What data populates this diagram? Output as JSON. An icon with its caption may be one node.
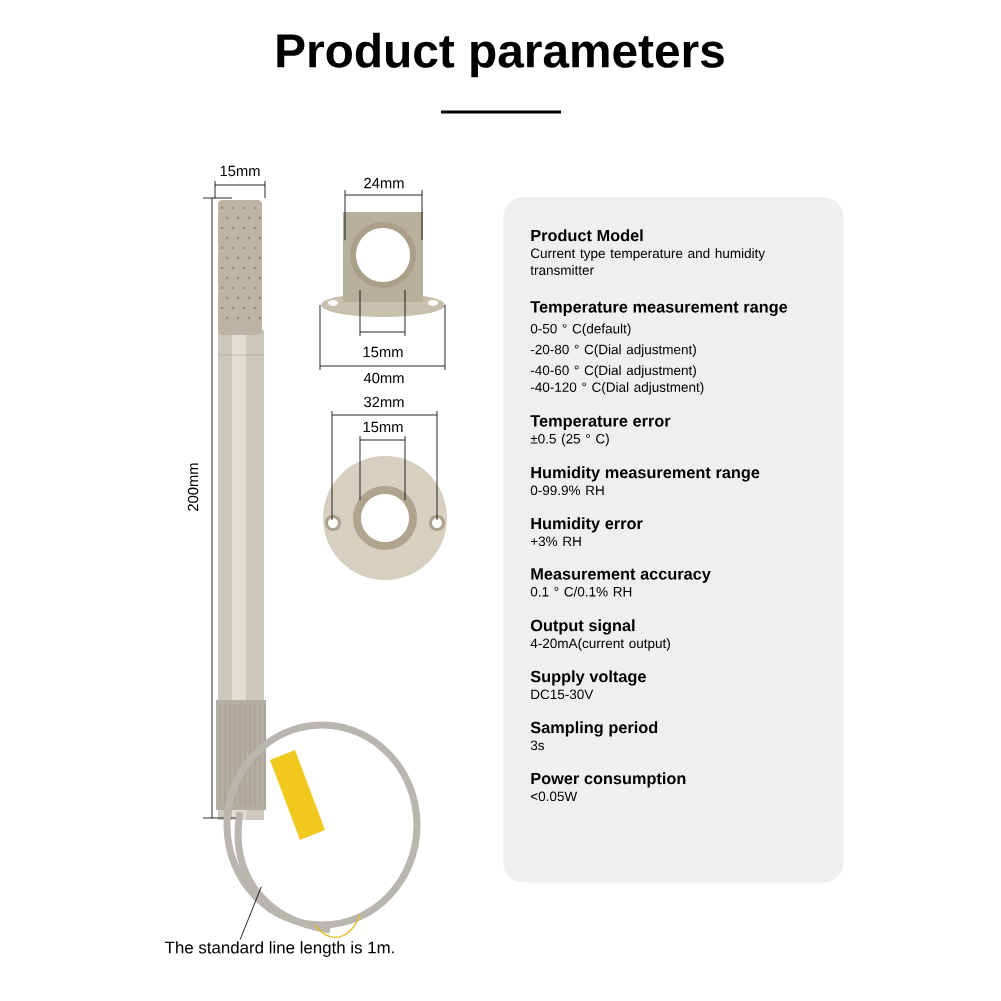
{
  "diagram": {
    "title": "Product parameters",
    "nodes": [
      {
        "text": [
          "The standard line length is 1m."
        ]
      },
      {
        "text": [],
        "shape": "picture"
      },
      {
        "text": [],
        "shape": "box"
      },
      {
        "text": [
          "Product Model",
          "Current type temperature and humidity transmitter"
        ],
        "in": 2
      },
      {
        "text": [
          "Temperature measurement range",
          "0-50 ° C(default)",
          "-20-80 ° C(Dial adjustment)",
          "-40-60 ° C(Dial adjustment)",
          "-40-120 ° C(Dial adjustment)"
        ],
        "in": 2
      },
      {
        "text": [
          "Temperature error",
          "±0.5 (25 ° C)"
        ],
        "in": 2
      },
      {
        "text": [
          "Humidity measurement range",
          "0-99.9% RH"
        ],
        "in": 2
      },
      {
        "text": [
          "Humidity error",
          "+3% RH"
        ],
        "in": 2
      },
      {
        "text": [
          "Measurement accuracy",
          "0.1 ° C/0.1% RH"
        ],
        "in": 2
      },
      {
        "text": [
          "Output signal",
          "4-20mA(current output)"
        ],
        "in": 2
      },
      {
        "text": [
          "Supply voltage",
          "DC15-30V"
        ],
        "in": 2
      },
      {
        "text": [
          "Sampling period",
          "3s"
        ],
        "in": 2
      },
      {
        "text": [
          "Power consumption",
          "<0.05W"
        ],
        "in": 2
      }
    ],
    "edges": [
      {
        "from": 0,
        "to": 1,
        "arrow": "none"
      }
    ],
    "labels": [
      "15mm",
      "24mm",
      "15mm",
      "40mm",
      "32mm",
      "15mm",
      "200mm"
    ]
  }
}
